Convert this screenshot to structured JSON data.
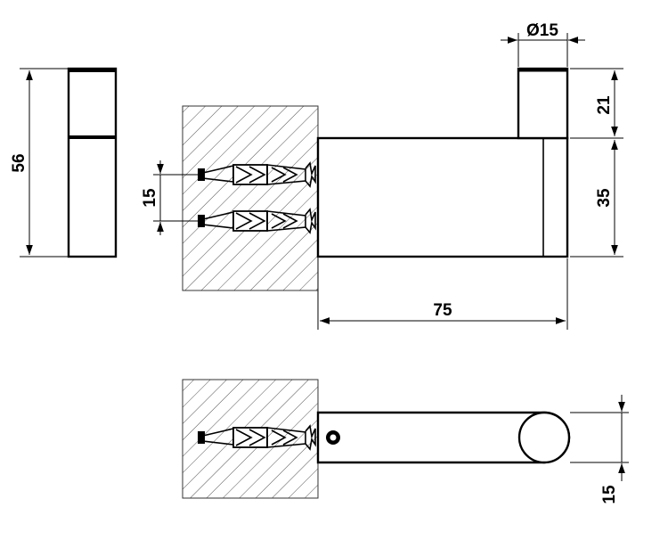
{
  "colors": {
    "line": "#000000",
    "hatch": "#555555",
    "background": "#ffffff"
  },
  "dimensions": {
    "side_height": "56",
    "anchor_spacing": "15",
    "post_diameter": "Ø15",
    "post_height": "21",
    "body_height": "35",
    "length": "75",
    "top_view_diameter": "15"
  }
}
